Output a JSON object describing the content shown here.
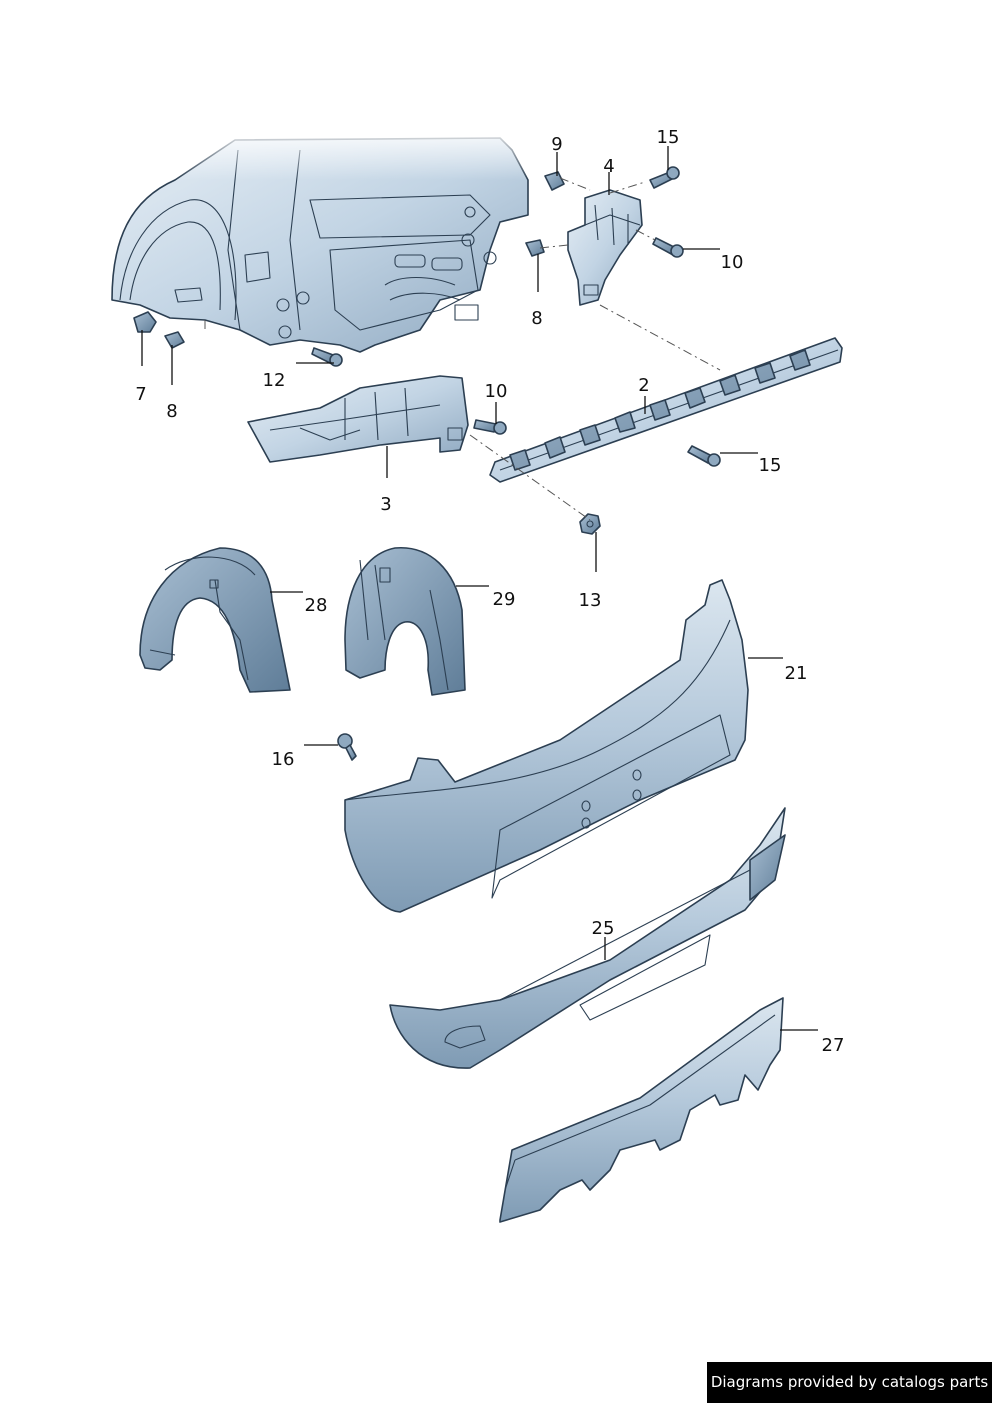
{
  "diagram": {
    "callouts": [
      {
        "id": "c9",
        "text": "9"
      },
      {
        "id": "c15a",
        "text": "15"
      },
      {
        "id": "c4",
        "text": "4"
      },
      {
        "id": "c10a",
        "text": "10"
      },
      {
        "id": "c8a",
        "text": "8"
      },
      {
        "id": "c7",
        "text": "7"
      },
      {
        "id": "c8b",
        "text": "8"
      },
      {
        "id": "c12",
        "text": "12"
      },
      {
        "id": "c10b",
        "text": "10"
      },
      {
        "id": "c2",
        "text": "2"
      },
      {
        "id": "c15b",
        "text": "15"
      },
      {
        "id": "c3",
        "text": "3"
      },
      {
        "id": "c13",
        "text": "13"
      },
      {
        "id": "c28",
        "text": "28"
      },
      {
        "id": "c29",
        "text": "29"
      },
      {
        "id": "c21",
        "text": "21"
      },
      {
        "id": "c16",
        "text": "16"
      },
      {
        "id": "c25",
        "text": "25"
      },
      {
        "id": "c27",
        "text": "27"
      }
    ],
    "colors": {
      "part_fill": "#c4d6e6",
      "part_shade": "#8fa9c0",
      "outline": "#2c3f52",
      "label": "#111111"
    }
  },
  "footer": {
    "credit": "Diagrams provided by catalogs parts"
  }
}
